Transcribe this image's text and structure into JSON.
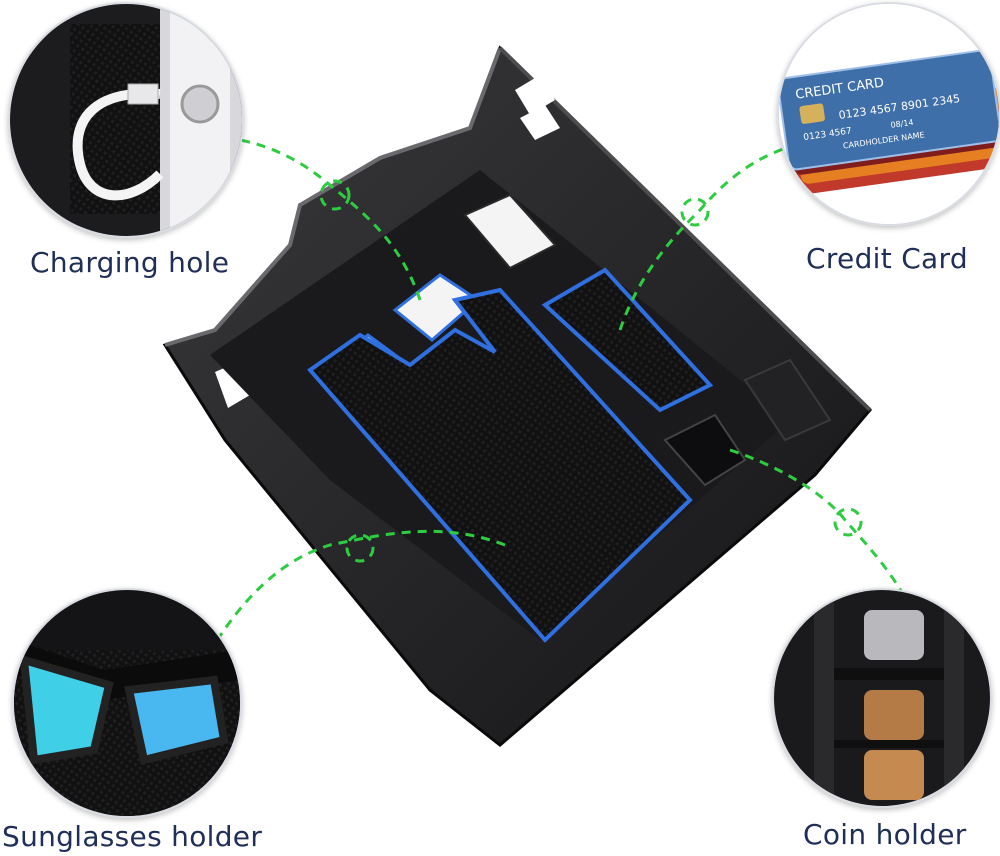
{
  "labels": {
    "charging": "Charging hole",
    "credit": "Credit Card",
    "sunglasses": "Sunglasses holder",
    "coin": "Coin holder"
  },
  "card_text": {
    "title": "CREDIT CARD",
    "number": "0123 4567 8901 2345",
    "number_small": "0123 4567",
    "expiry": "08/14",
    "holder": "CARDHOLDER NAME"
  },
  "colors": {
    "label": "#1f2f57",
    "arrow": "#2ecc40",
    "accent_blue": "#2f6fe0",
    "tray": "#1b1b1d"
  }
}
